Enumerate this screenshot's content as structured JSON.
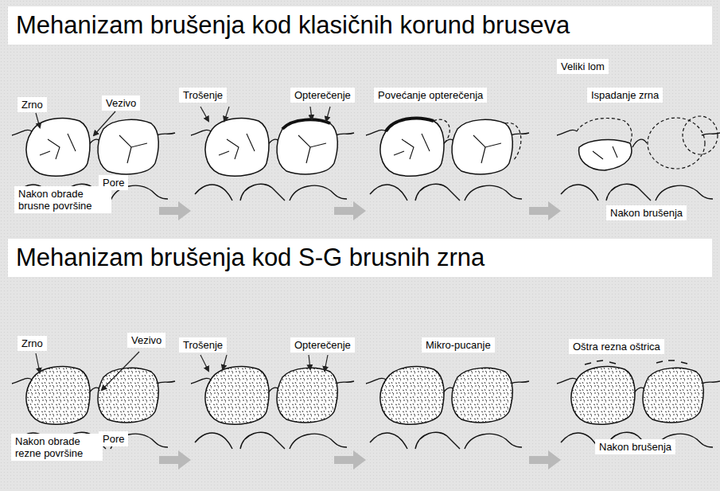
{
  "diagram": {
    "nodes": [
      {
        "text": [
          "Mehanizam brušenja kod klasičnih korund bruseva"
        ]
      },
      {
        "text": [
          "Zrno"
        ]
      },
      {
        "text": [
          "Vezivo"
        ]
      },
      {
        "text": [
          "Trošenje"
        ]
      },
      {
        "text": [
          "Opterečenje"
        ]
      },
      {
        "text": [
          "Veliki lom"
        ]
      },
      {
        "text": [
          "Povećanje opterečenja"
        ]
      },
      {
        "text": [
          "Ispadanje zrna"
        ]
      },
      {
        "text": [
          "Pore"
        ]
      },
      {
        "text": [
          "Nakon obrade brusne površine"
        ]
      },
      {
        "text": [
          "Nakon brušenja"
        ]
      },
      {
        "text": [
          "Mehanizam brušenja kod S-G brusnih zrna"
        ]
      },
      {
        "text": [
          "Zrno"
        ]
      },
      {
        "text": [
          "Vezivo"
        ]
      },
      {
        "text": [
          "Trošenje"
        ]
      },
      {
        "text": [
          "Opterečenje"
        ]
      },
      {
        "text": [
          "Mikro-pucanje"
        ]
      },
      {
        "text": [
          "Oštra rezna oštrica"
        ]
      },
      {
        "text": [
          "Nakon obrade rezne površine"
        ]
      },
      {
        "text": [
          "Pore"
        ]
      },
      {
        "text": [
          "Nakon brušenja"
        ]
      }
    ]
  }
}
